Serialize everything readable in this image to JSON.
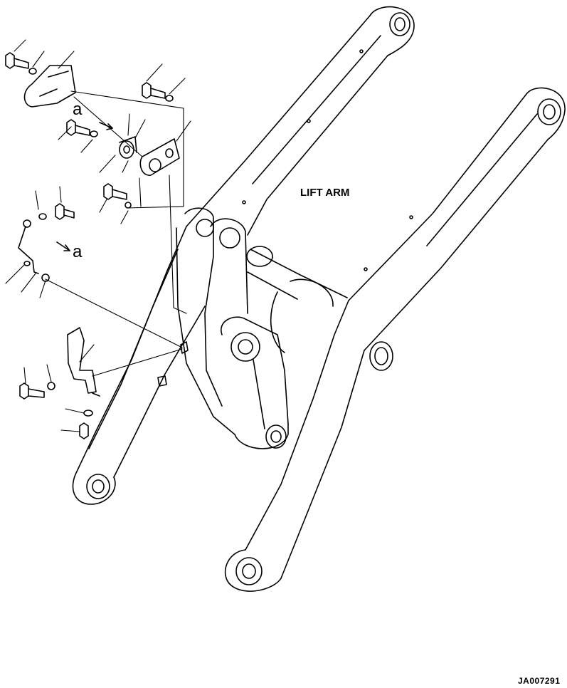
{
  "labels": {
    "lift_arm": "LIFT ARM",
    "ref_a": "a",
    "drawing_number": "JA007291"
  },
  "colors": {
    "line": "#000000",
    "background": "#ffffff"
  }
}
